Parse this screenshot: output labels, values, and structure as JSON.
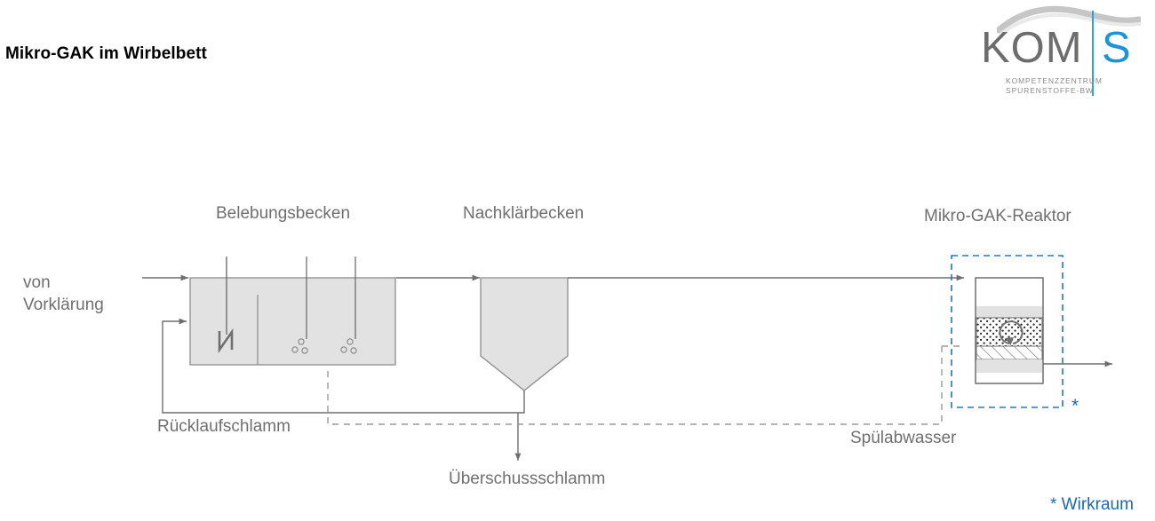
{
  "page": {
    "title": "Mikro-GAK im Wirbelbett",
    "background": "#ffffff"
  },
  "logo": {
    "name": "KOM-S",
    "text_kom": "KOM",
    "text_s": "S",
    "subtitle_line1": "KOMPETENZZENTRUM",
    "subtitle_line2": "SPURENSTOFFE-BW",
    "color_gray": "#6d6d6d",
    "color_blue": "#1b94d8",
    "color_subtitle": "#8a8a8a"
  },
  "diagram": {
    "colors": {
      "line": "#6f6f6f",
      "text": "#6f6f6f",
      "tank_fill": "#e2e2e2",
      "blue_accent": "#1f68b0",
      "blue_dashed": "#1f78c8"
    },
    "labels": {
      "belebungsbecken": "Belebungsbecken",
      "nachklaerbecken": "Nachklärbecken",
      "reaktor": "Mikro-GAK-Reaktor",
      "von_vorklaerung_line1": "von",
      "von_vorklaerung_line2": "Vorklärung",
      "ruecklaufschlamm": "Rücklaufschlamm",
      "ueberschussschlamm": "Überschussschlamm",
      "spuelabwasser": "Spülabwasser",
      "asterisk": "*",
      "footnote": "* Wirkraum"
    },
    "units": [
      {
        "id": "belebungsbecken",
        "label": "Belebungsbecken",
        "type": "aeration-basin",
        "features": [
          "mixer",
          "divider",
          "aerator-1",
          "aerator-2",
          "bubbles"
        ]
      },
      {
        "id": "nachklaerbecken",
        "label": "Nachklärbecken",
        "type": "secondary-clarifier",
        "features": [
          "hopper-bottom"
        ]
      },
      {
        "id": "mikro-gak-reaktor",
        "label": "Mikro-GAK-Reaktor",
        "type": "fluidized-bed-reactor",
        "features": [
          "water-layer",
          "stippled-gak-layer",
          "circulation-arrow",
          "hatched-support-layer",
          "lower-water-layer"
        ],
        "highlight": "blue-dashed-box"
      }
    ],
    "flows": [
      {
        "id": "inlet",
        "label": "von Vorklärung",
        "style": "solid",
        "direction": "right"
      },
      {
        "id": "belebung-to-nachklaerung",
        "style": "solid",
        "direction": "right"
      },
      {
        "id": "nachklaerung-to-reaktor",
        "style": "solid",
        "direction": "right"
      },
      {
        "id": "ruecklaufschlamm",
        "label": "Rücklaufschlamm",
        "style": "solid",
        "direction": "left-up"
      },
      {
        "id": "ueberschussschlamm",
        "label": "Überschussschlamm",
        "style": "solid",
        "direction": "down"
      },
      {
        "id": "spuelabwasser",
        "label": "Spülabwasser",
        "style": "dashed",
        "direction": "left"
      },
      {
        "id": "outlet",
        "style": "solid",
        "direction": "right"
      }
    ]
  }
}
